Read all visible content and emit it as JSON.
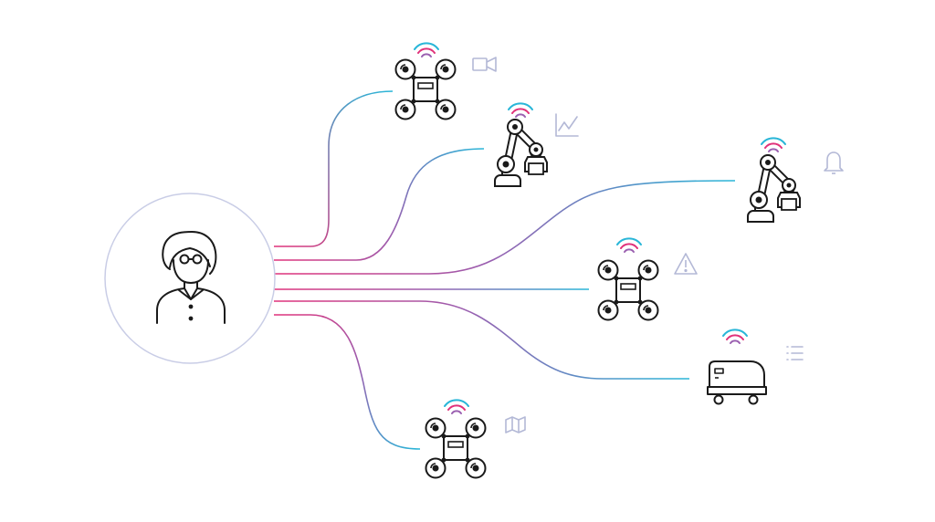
{
  "diagram": {
    "type": "operator-to-robots network",
    "operator": {
      "icon": "person-with-glasses-icon"
    },
    "colors": {
      "circle_stroke": "#c9cde6",
      "line_cyan": "#29b6d8",
      "line_magenta": "#e0317a",
      "line_purple": "#9a5fb0",
      "robot_stroke": "#1a1a1a",
      "status_icon": "#b3b8d6",
      "wifi_cyan": "#29b6d8",
      "wifi_magenta": "#e0317a"
    },
    "robots": [
      {
        "id": "drone-top",
        "kind": "drone",
        "status_icon": "video-camera-icon"
      },
      {
        "id": "arm-upper",
        "kind": "robot-arm",
        "status_icon": "line-chart-icon"
      },
      {
        "id": "arm-right",
        "kind": "robot-arm",
        "status_icon": "bell-icon"
      },
      {
        "id": "drone-middle",
        "kind": "drone",
        "status_icon": "warning-triangle-icon"
      },
      {
        "id": "cart-right",
        "kind": "delivery-cart",
        "status_icon": "list-icon"
      },
      {
        "id": "drone-bottom",
        "kind": "drone",
        "status_icon": "map-icon"
      }
    ]
  }
}
